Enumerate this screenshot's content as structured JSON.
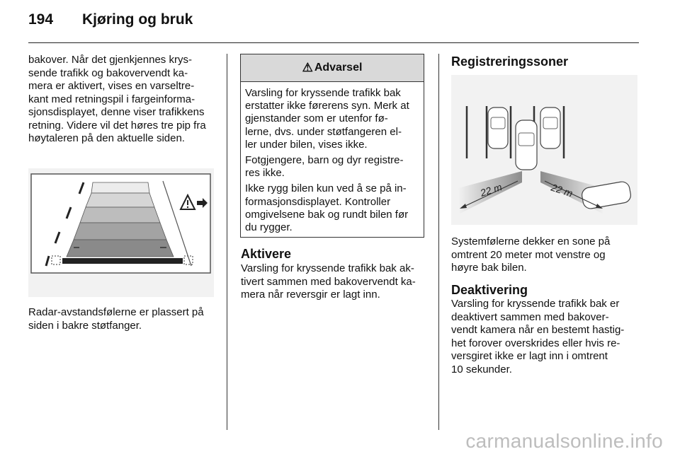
{
  "header": {
    "page_number": "194",
    "title": "Kjøring og bruk"
  },
  "col1": {
    "lines": [
      "bakover. Når det gjenkjennes krys-",
      "sende trafikk og bakovervendt ka-",
      "mera er aktivert, vises en varseltre-",
      "kant med retningspil i fargeinforma-",
      "sjonsdisplayet, denne viser trafikkens",
      "retning. Videre vil det høres tre pip fra",
      "høytaleren på den aktuelle siden."
    ],
    "caption_lines": [
      "Radar-avstandsfølerne er plassert på",
      "siden i bakre støtfanger."
    ]
  },
  "warning": {
    "icon": "warning-triangle-icon",
    "title": "Advarsel",
    "paragraphs": [
      [
        "Varsling for kryssende trafikk bak",
        "erstatter ikke førerens syn. Merk at",
        "gjenstander som er utenfor fø-",
        "lerne, dvs. under støtfangeren el-",
        "ler under bilen, vises ikke."
      ],
      [
        "Fotgjengere, barn og dyr registre-",
        "res ikke."
      ],
      [
        "Ikke rygg bilen kun ved å se på in-",
        "formasjonsdisplayet. Kontroller",
        "omgivelsene bak og rundt bilen før",
        "du rygger."
      ]
    ]
  },
  "aktivere": {
    "heading": "Aktivere",
    "lines": [
      "Varsling for kryssende trafikk bak ak-",
      "tivert sammen med bakovervendt ka-",
      "mera når reversgir er lagt inn."
    ]
  },
  "col3": {
    "heading": "Registreringssoner",
    "zone_label_left": "22 m",
    "zone_label_right": "22 m",
    "lines": [
      "Systemfølerne dekker en sone på",
      "omtrent 20 meter mot venstre og",
      "høyre bak bilen."
    ],
    "deaktivering_heading": "Deaktivering",
    "deaktivering_lines": [
      "Varsling for kryssende trafikk bak er",
      "deaktivert sammen med bakover-",
      "vendt kamera når en bestemt hastig-",
      "het forover overskrides eller hvis re-",
      "versgiret ikke er lagt inn i omtrent",
      "10 sekunder."
    ]
  },
  "watermark": "carmanualsonline.info",
  "colors": {
    "figure_bg": "#f2f2f2",
    "warning_header": "#d9d9d9",
    "watermark": "#bdbdbd"
  }
}
